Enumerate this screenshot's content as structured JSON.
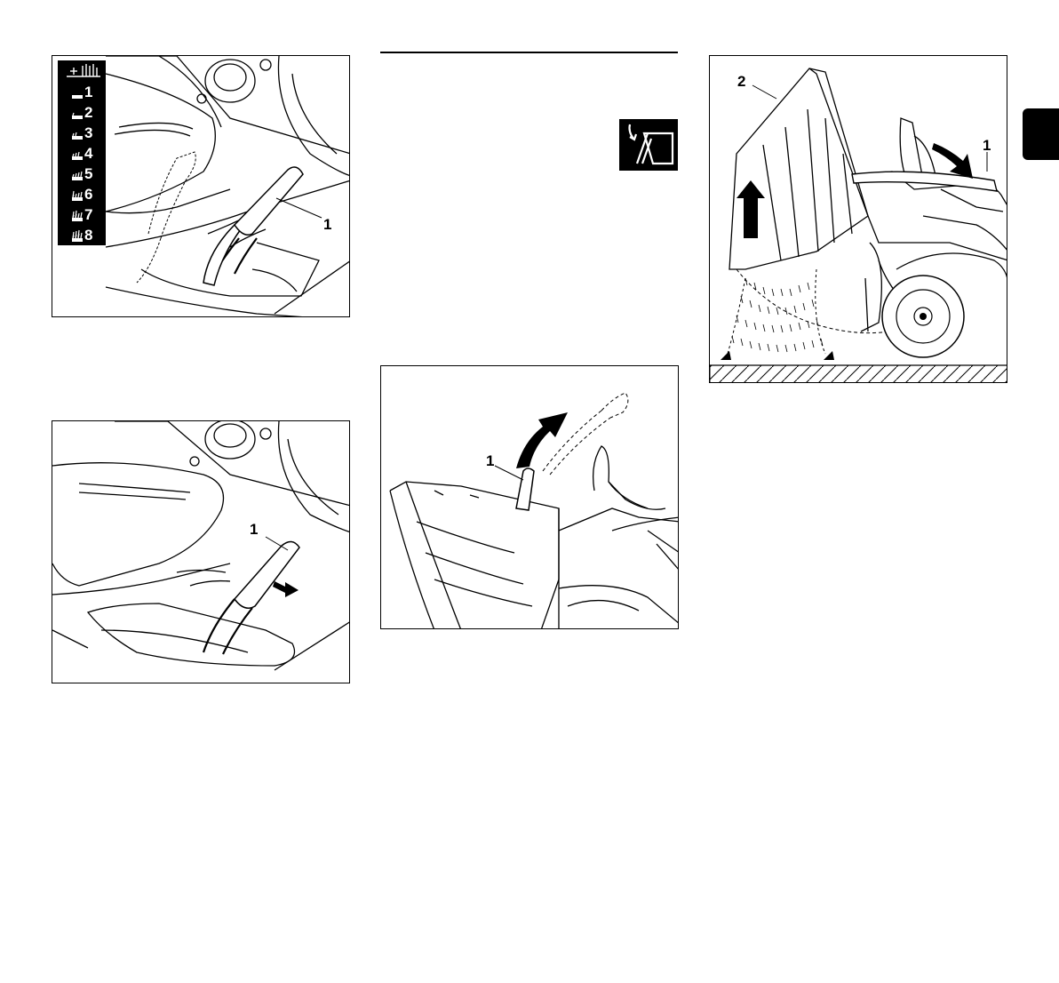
{
  "page": {
    "background": "#ffffff",
    "ink": "#000000"
  },
  "figure_1": {
    "height_scale": [
      "1",
      "2",
      "3",
      "4",
      "5",
      "6",
      "7",
      "8"
    ],
    "height_scale_top_icon": "cutting-height-icon",
    "callout": "1"
  },
  "figure_2": {
    "callout": "1"
  },
  "figure_3": {
    "callout": "1"
  },
  "figure_4": {
    "callout_lever": "1",
    "callout_catcher": "2"
  },
  "symbol_icon": "empty-catcher-icon"
}
